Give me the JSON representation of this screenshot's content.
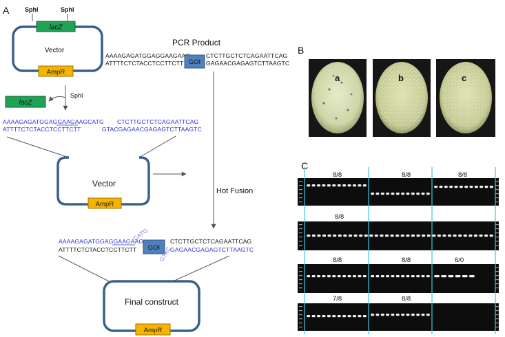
{
  "panel_labels": {
    "a": "A",
    "b": "B",
    "c": "C"
  },
  "restriction_site": "SphI",
  "vector_top": {
    "lacz": "lacZ",
    "vector": "Vector",
    "ampr": "AmpR"
  },
  "lacz_fragment": "lacZ",
  "pcr": {
    "title": "PCR Product",
    "top_left": "AAAAGAGATGGAGGAAGAAG",
    "bottom_left": "ATTTTCTCTACCTCCTTCTT",
    "top_right": "CTCTTGCTCTCAGAATTCAG",
    "bottom_right": "GAGAACGAGAGTCTTAAGTC",
    "goi": "GOI"
  },
  "digested": {
    "left_top": "AAAAGAGATGGAGGAAGAAGCATG",
    "left_bottom": "ATTTTCTCTACCTCCTTCTT",
    "right_top": "CTCTTGCTCTCAGAATTCAG",
    "right_bottom": "GTACGAGAACGAGAGTCTTAAGTC"
  },
  "vector_mid": {
    "vector": "Vector",
    "ampr": "AmpR"
  },
  "hot_fusion": "Hot Fusion",
  "final_seq": {
    "top_left": "AAAAGAGATGGAGGAAGAAG",
    "overhang_top": "CATG",
    "bottom_left": "ATTTTCTCTACCTCCTTCTT",
    "goi": "GOI",
    "top_right": "CTCTTGCTCTCAGAATTCAG",
    "overhang_bottom": "GTAC",
    "bottom_right": "GAGAACGAGAGTCTTAAGTC"
  },
  "final": {
    "label": "Final construct",
    "ampr": "AmpR"
  },
  "plates": [
    "a",
    "b",
    "c"
  ],
  "gel_labels": [
    "8/8",
    "8/8",
    "8/8",
    "8/8",
    "8/8",
    "8/8",
    "6/0",
    "7/8",
    "8/8"
  ],
  "colors": {
    "vector_outline": "#3b5f8d",
    "lacz": "#1fa356",
    "ampr": "#f5b400",
    "goi": "#4f81bd",
    "blue_text": "#2b2fd6",
    "gel_line": "#43c6e0"
  }
}
